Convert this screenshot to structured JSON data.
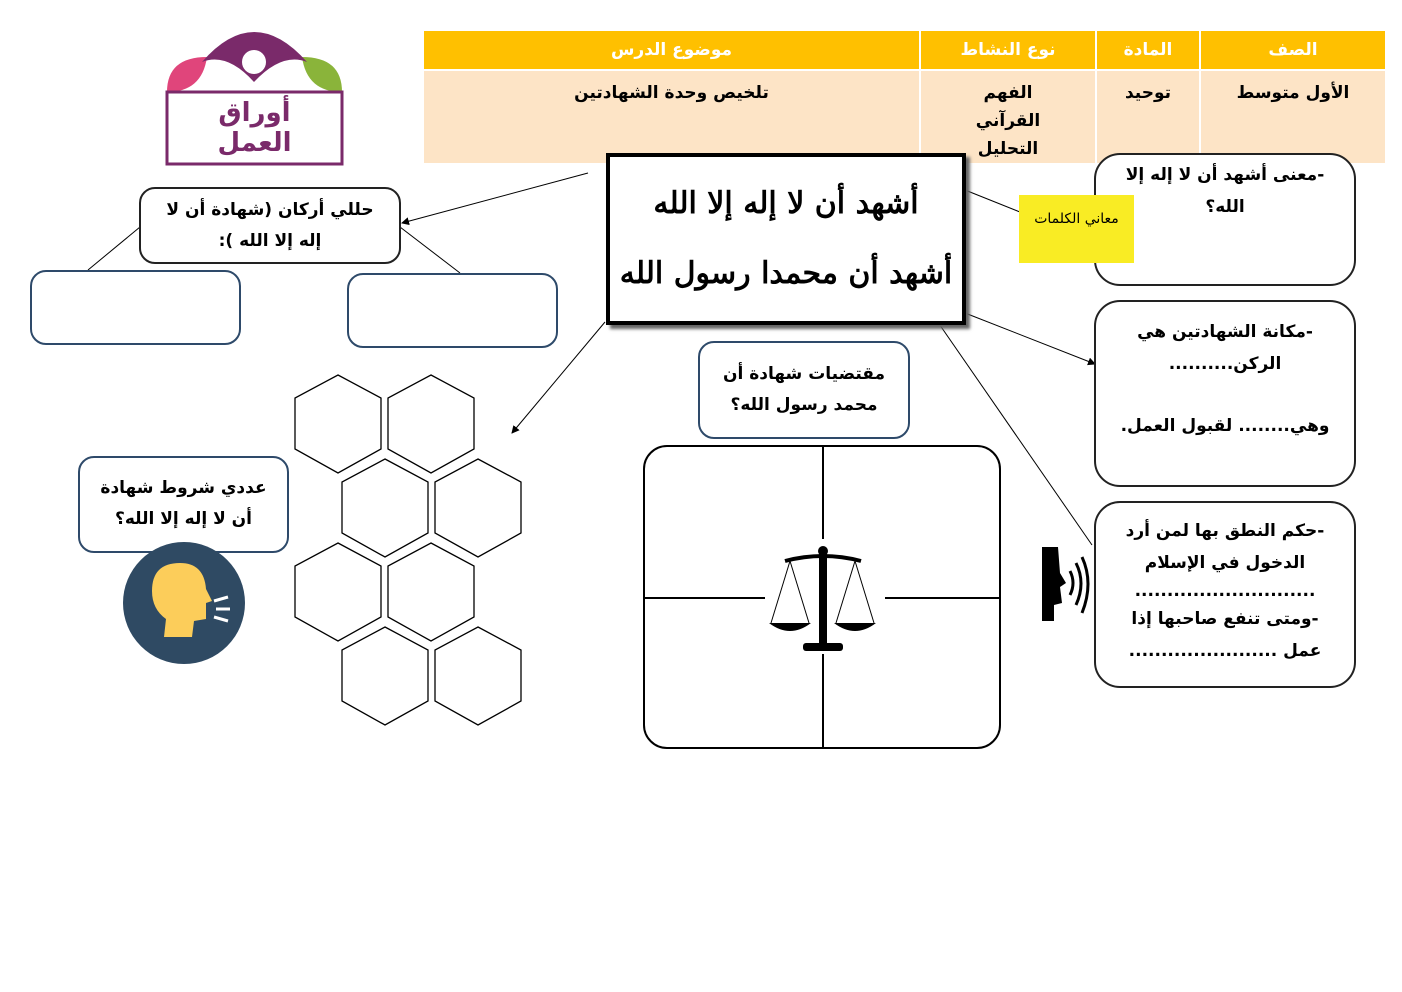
{
  "logo": {
    "text_line1": "أوراق",
    "text_line2": "العمل"
  },
  "header_table": {
    "headers": [
      "الصف",
      "المادة",
      "نوع النشاط",
      "موضوع الدرس"
    ],
    "values": [
      "الأول متوسط",
      "توحيد",
      "الفهم القرآني التحليل",
      "تلخيص وحدة الشهادتين"
    ]
  },
  "calligraphy": {
    "line1": "أشهد أن لا إله إلا الله",
    "line2": "أشهد أن محمدا رسول الله"
  },
  "word_meanings_label": "معاني الكلمات",
  "boxes": {
    "meaning": "-معنى أشهد أن لا إله إلا الله؟",
    "status_line1": "-مكانة الشهادتين هي الركن..........",
    "status_line2": "وهي........ لقبول العمل.",
    "ruling_line1": "-حكم النطق بها لمن أرد الدخول في الإسلام",
    "ruling_line2": "............................",
    "ruling_line3": "-ومتى تنفع صاحبها إذا عمل .......................",
    "pillars": "حللي أركان (شهادة أن لا إله إلا الله ):",
    "requirements": "مقتضيات شهادة أن محمد رسول الله؟",
    "conditions": "عددي شروط شهادة أن لا إله إلا الله؟"
  },
  "colors": {
    "header": "#ffc000",
    "row": "#fde4c6",
    "sticky": "#f9ec24",
    "box_border": "#2e4a6a",
    "speaker_bg": "#2f4a63",
    "head": "#fccd5a"
  }
}
